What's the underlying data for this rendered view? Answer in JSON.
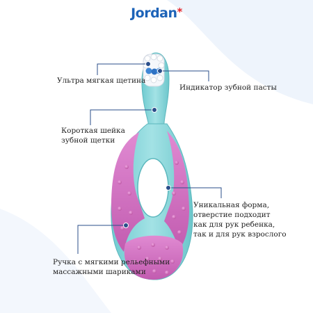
{
  "brand": {
    "name": "Jordan",
    "mark": "*"
  },
  "labels": {
    "bristles": "Ультра мягкая щетина",
    "indicator": "Индикатор зубной пасты",
    "neck_line1": "Короткая шейка",
    "neck_line2": "зубной щетки",
    "shape_line1": "Уникальная форма,",
    "shape_line2": "отверстие подходит",
    "shape_line3": "как для рук ребенка,",
    "shape_line4": "так и для рук взрослого",
    "handle_line1": "Ручка с мягкими рельефными",
    "handle_line2": "массажными шариками"
  },
  "colors": {
    "turquoise": "#8fd8dc",
    "pink": "#d87cc8",
    "callout": "#2a4e8a",
    "background_accent": "#e8f1fb"
  }
}
